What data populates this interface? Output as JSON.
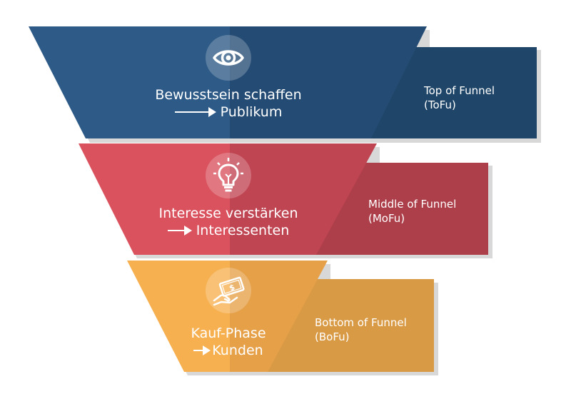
{
  "stages": [
    {
      "key": "tofu",
      "title": "Bewusstsein schaffen",
      "target": "Publikum",
      "side_line1": "Top of Funnel",
      "side_line2": "(ToFu)",
      "icon": "eye-icon",
      "colors": {
        "light": "#2d5a86",
        "dark": "#244b73",
        "side": "#1f4669"
      }
    },
    {
      "key": "mofu",
      "title": "Interesse verstärken",
      "target": "Interessenten",
      "side_line1": "Middle of Funnel",
      "side_line2": "(MoFu)",
      "icon": "lightbulb-icon",
      "colors": {
        "light": "#d9525e",
        "dark": "#c04553",
        "side": "#ad3f4a"
      }
    },
    {
      "key": "bofu",
      "title": "Kauf-Phase",
      "target": "Kunden",
      "side_line1": "Bottom of Funnel",
      "side_line2": "(BoFu)",
      "icon": "money-hand-icon",
      "colors": {
        "light": "#f6b04f",
        "dark": "#e6a048",
        "side": "#d99a45"
      }
    }
  ]
}
